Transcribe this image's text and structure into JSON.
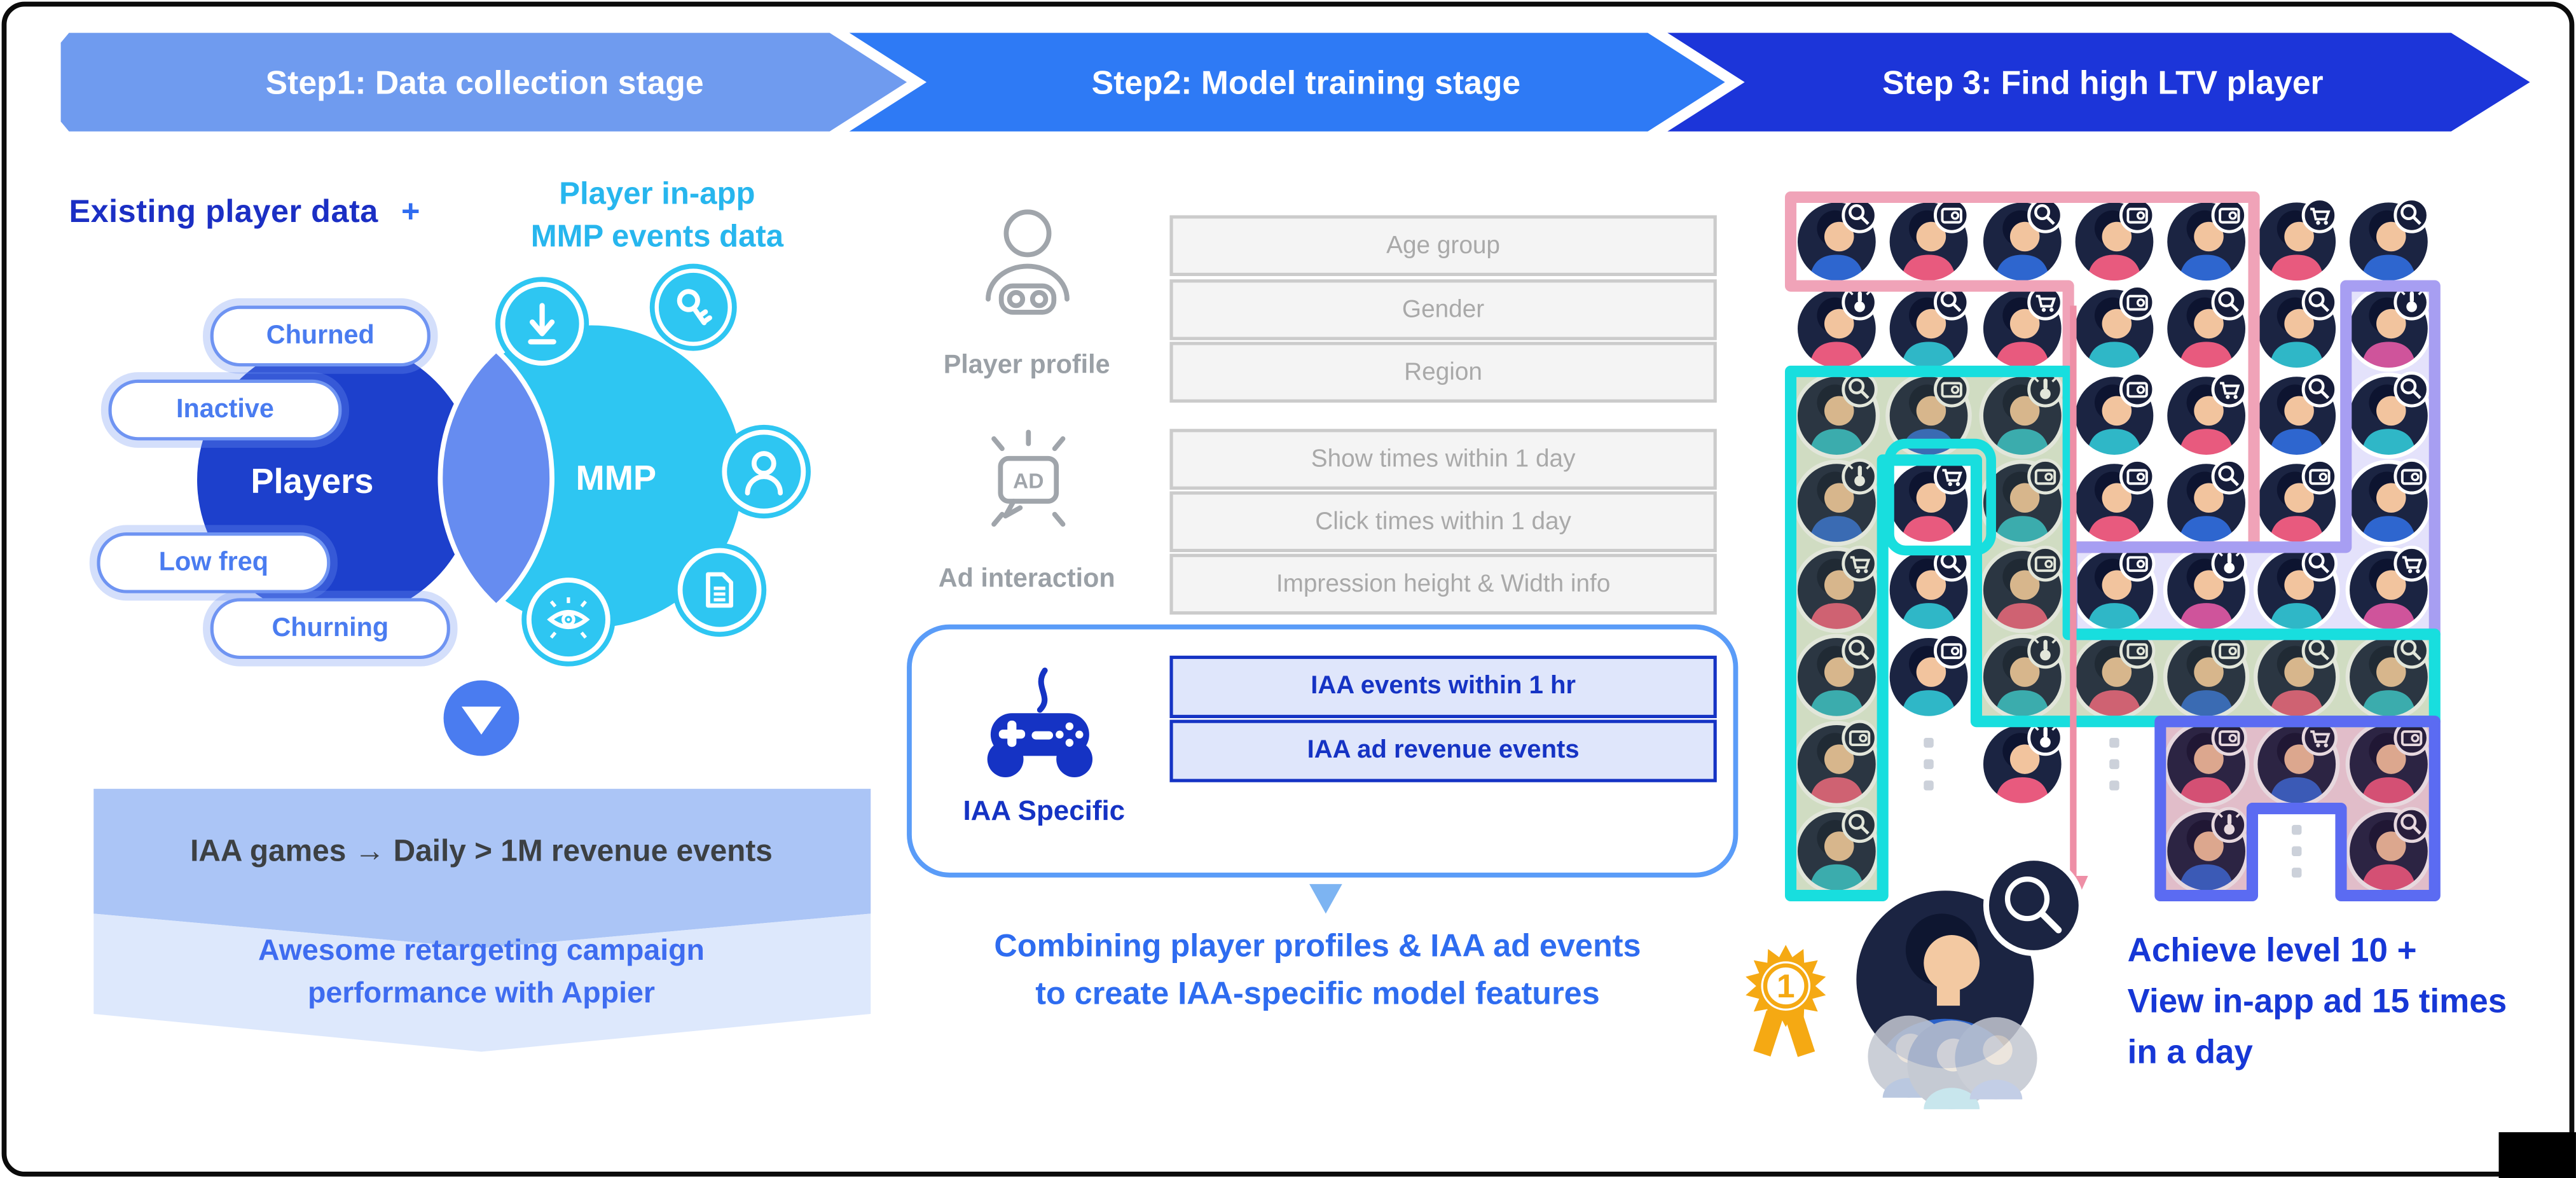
{
  "header": {
    "steps": [
      {
        "label": "Step1: Data collection stage",
        "color": "#6f9bef"
      },
      {
        "label": "Step2: Model training stage",
        "color": "#2e7af5"
      },
      {
        "label": "Step 3: Find high LTV player",
        "color": "#1c35d9"
      }
    ]
  },
  "left": {
    "heading_existing": "Existing player data",
    "plus_sign": "+",
    "heading_mmp_line1": "Player in-app",
    "heading_mmp_line2": "MMP events data",
    "venn": {
      "left_label": "Players",
      "right_label": "MMP"
    },
    "pills": [
      "Churned",
      "Inactive",
      "Low freq",
      "Churning"
    ],
    "satellite_icon_names": [
      "download-icon",
      "key-icon",
      "user-icon",
      "eye-icon",
      "document-icon"
    ],
    "banner1": "IAA games → Daily > 1M revenue events",
    "banner2_line1": "Awesome retargeting campaign",
    "banner2_line2": "performance with Appier"
  },
  "middle": {
    "profile_label": "Player profile",
    "profile_fields": [
      "Age group",
      "Gender",
      "Region"
    ],
    "ad_icon_text": "AD",
    "ad_label": "Ad interaction",
    "ad_fields": [
      "Show times within 1 day",
      "Click times within 1 day",
      "Impression height & Width info"
    ],
    "iaa_label": "IAA Specific",
    "iaa_fields": [
      "IAA events within 1 hr",
      "IAA ad revenue events"
    ],
    "combining_line1": "Combining player profiles & IAA ad events",
    "combining_line2": "to create IAA-specific model features"
  },
  "right": {
    "badge_number": "1",
    "caption_line1": "Achieve level 10 +",
    "caption_line2": "View in-app ad 15 times",
    "caption_line3": "in a day",
    "grid": {
      "badge_legend": {
        "s": "search-icon",
        "a": "ad-window-icon",
        "c": "cart-icon",
        "h": "tap-hand-icon",
        "d": "ellipsis-dots"
      },
      "cells": [
        [
          "sB",
          "aP",
          "sB",
          "aP",
          "aB",
          "cP",
          "sB"
        ],
        [
          "hP",
          "sT",
          "cP",
          "aT",
          "sP",
          "sT",
          "hM"
        ],
        [
          "sT",
          "aB",
          "hT",
          "aT",
          "cP",
          "sB",
          "sT"
        ],
        [
          "hB",
          "cP",
          "aT",
          "aP",
          "sB",
          "aP",
          "aB"
        ],
        [
          "cP",
          "sT",
          "aP",
          "aT",
          "hM",
          "sT",
          "cM"
        ],
        [
          "sT",
          "aT",
          "hT",
          "aP",
          "aB",
          "sP",
          "sT"
        ],
        [
          "aP",
          "d",
          "hP",
          "d",
          "aP",
          "cB",
          "aP"
        ],
        [
          "sT",
          "",
          "",
          "",
          "hB",
          "d",
          "sP"
        ]
      ]
    }
  },
  "colors": {
    "step1": "#6f9bef",
    "step2": "#2e7af5",
    "step3": "#1c35d9",
    "players_circle": "#1d40cc",
    "mmp_circle": "#2ec6f2",
    "venn_overlap": "#668cf0",
    "banner1_bg": "#abc5f6",
    "banner2_bg": "#dde8fc",
    "path_pink": "#f0a3b8",
    "path_cyan": "#18dede",
    "path_purple": "#a79ef2",
    "path_blue": "#5b6bf2",
    "arrow_pink": "#ee8fa6",
    "rosette": "#f5a913",
    "avatar_navy": "#1b2442",
    "shirts": {
      "B": "#2e66cf",
      "P": "#e85a7e",
      "T": "#2fb7c7",
      "M": "#cf549b"
    }
  }
}
